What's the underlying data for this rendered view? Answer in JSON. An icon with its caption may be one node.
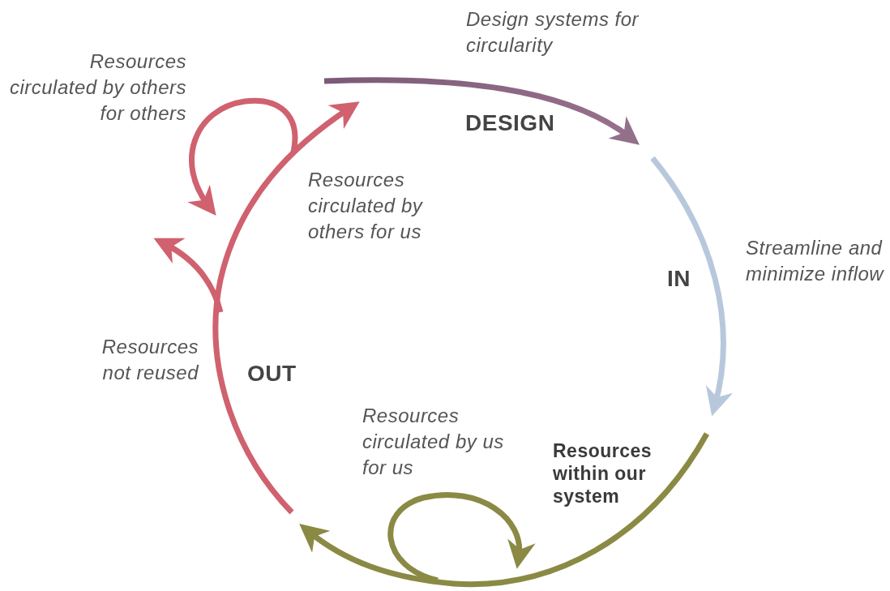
{
  "diagram": {
    "labels": [
      "Design systems for circularity",
      "Resources circulated by others for others",
      "DESIGN",
      "Resources circulated by others for us",
      "Streamline and minimize inflow",
      "IN",
      "Resources not reused",
      "OUT",
      "Resources circulated by us for us",
      "Resources within our system"
    ]
  }
}
